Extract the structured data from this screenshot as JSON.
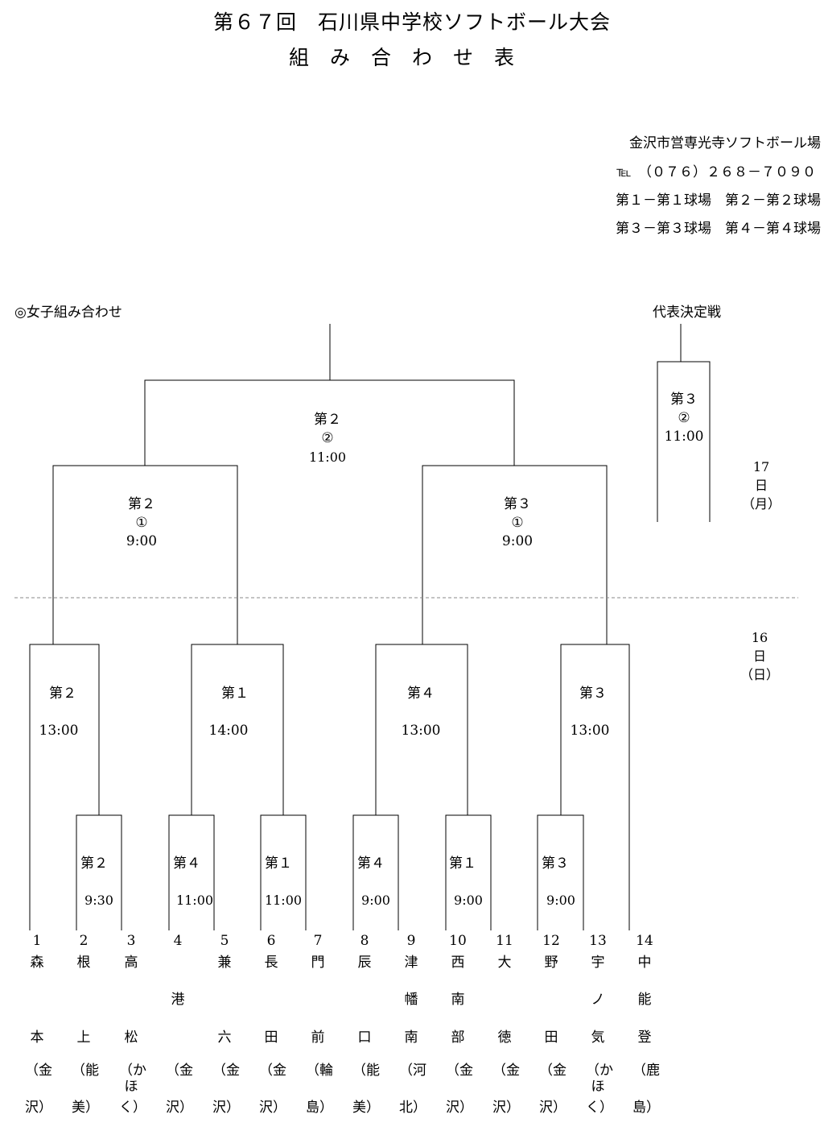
{
  "header": {
    "title": "第６７回　石川県中学校ソフトボール大会",
    "subtitle": "組み合わせ表"
  },
  "venue": {
    "name": "金沢市営専光寺ソフトボール場",
    "tel": "℡　（０７６）２６８－７０９０",
    "fields_line1": "第１－第１球場　第２－第２球場",
    "fields_line2": "第３－第３球場　第４－第４球場"
  },
  "section_title": "◎女子組み合わせ",
  "rep_title": "代表決定戦",
  "days": {
    "d17": {
      "num": "17",
      "unit": "日",
      "dow": "（月）"
    },
    "d16": {
      "num": "16",
      "unit": "日",
      "dow": "（日）"
    }
  },
  "matches": {
    "final": {
      "field": "第２",
      "order": "②",
      "time": "11:00"
    },
    "semi_left": {
      "field": "第２",
      "order": "①",
      "time": "9:00"
    },
    "semi_right": {
      "field": "第３",
      "order": "①",
      "time": "9:00"
    },
    "rep": {
      "field": "第３",
      "order": "②",
      "time": "11:00"
    },
    "qf1": {
      "field": "第２",
      "time": "13:00"
    },
    "qf2": {
      "field": "第１",
      "time": "14:00"
    },
    "qf3": {
      "field": "第４",
      "time": "13:00"
    },
    "qf4": {
      "field": "第３",
      "time": "13:00"
    },
    "r1a": {
      "field": "第２",
      "time": "9:30"
    },
    "r1b": {
      "field": "第４",
      "time": "11:00"
    },
    "r1c": {
      "field": "第１",
      "time": "11:00"
    },
    "r1d": {
      "field": "第４",
      "time": "9:00"
    },
    "r1e": {
      "field": "第１",
      "time": "9:00"
    },
    "r1f": {
      "field": "第３",
      "time": "9:00"
    }
  },
  "teams": [
    {
      "num": "1",
      "c1": "森",
      "c2": "",
      "c3": "本",
      "pref": "（金",
      "pref_mid": "",
      "pref_end": "沢）"
    },
    {
      "num": "2",
      "c1": "根",
      "c2": "",
      "c3": "上",
      "pref": "（能",
      "pref_mid": "",
      "pref_end": "美）"
    },
    {
      "num": "3",
      "c1": "高",
      "c2": "",
      "c3": "松",
      "pref": "（か",
      "pref_mid": "ほ",
      "pref_end": "く）"
    },
    {
      "num": "4",
      "c1": "",
      "c2": "港",
      "c3": "",
      "pref": "（金",
      "pref_mid": "",
      "pref_end": "沢）"
    },
    {
      "num": "5",
      "c1": "兼",
      "c2": "",
      "c3": "六",
      "pref": "（金",
      "pref_mid": "",
      "pref_end": "沢）"
    },
    {
      "num": "6",
      "c1": "長",
      "c2": "",
      "c3": "田",
      "pref": "（金",
      "pref_mid": "",
      "pref_end": "沢）"
    },
    {
      "num": "7",
      "c1": "門",
      "c2": "",
      "c3": "前",
      "pref": "（輪",
      "pref_mid": "",
      "pref_end": "島）"
    },
    {
      "num": "8",
      "c1": "辰",
      "c2": "",
      "c3": "口",
      "pref": "（能",
      "pref_mid": "",
      "pref_end": "美）"
    },
    {
      "num": "9",
      "c1": "津",
      "c2": "幡",
      "c3": "南",
      "pref": "（河",
      "pref_mid": "",
      "pref_end": "北）"
    },
    {
      "num": "10",
      "c1": "西",
      "c2": "南",
      "c3": "部",
      "pref": "（金",
      "pref_mid": "",
      "pref_end": "沢）"
    },
    {
      "num": "11",
      "c1": "大",
      "c2": "",
      "c3": "徳",
      "pref": "（金",
      "pref_mid": "",
      "pref_end": "沢）"
    },
    {
      "num": "12",
      "c1": "野",
      "c2": "",
      "c3": "田",
      "pref": "（金",
      "pref_mid": "",
      "pref_end": "沢）"
    },
    {
      "num": "13",
      "c1": "宇",
      "c2": "ノ",
      "c3": "気",
      "pref": "（か",
      "pref_mid": "ほ",
      "pref_end": "く）"
    },
    {
      "num": "14",
      "c1": "中",
      "c2": "能",
      "c3": "登",
      "pref": "（鹿",
      "pref_mid": "",
      "pref_end": "島）"
    }
  ]
}
